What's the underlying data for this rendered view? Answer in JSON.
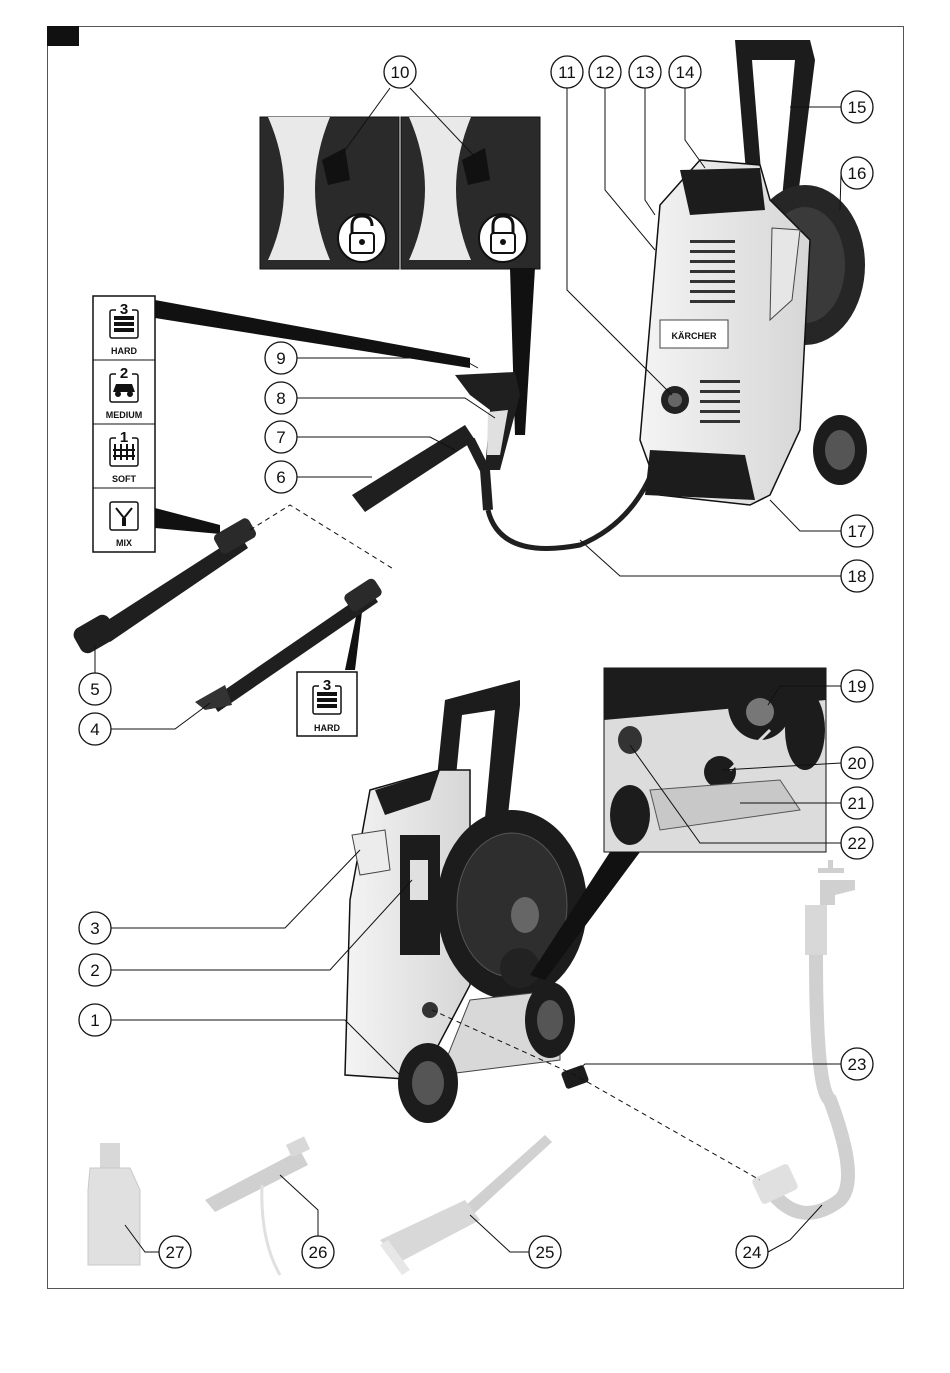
{
  "figure": {
    "colors": {
      "line": "#111111",
      "dark_part": "#1d1d1d",
      "light_part": "#e8e8e8",
      "faded_part": "#cfcfcf"
    }
  },
  "callouts": [
    {
      "num": "1"
    },
    {
      "num": "2"
    },
    {
      "num": "3"
    },
    {
      "num": "4"
    },
    {
      "num": "5"
    },
    {
      "num": "6"
    },
    {
      "num": "7"
    },
    {
      "num": "8"
    },
    {
      "num": "9"
    },
    {
      "num": "10"
    },
    {
      "num": "11"
    },
    {
      "num": "12"
    },
    {
      "num": "13"
    },
    {
      "num": "14"
    },
    {
      "num": "15"
    },
    {
      "num": "16"
    },
    {
      "num": "17"
    },
    {
      "num": "18"
    },
    {
      "num": "19"
    },
    {
      "num": "20"
    },
    {
      "num": "21"
    },
    {
      "num": "22"
    },
    {
      "num": "23"
    },
    {
      "num": "24"
    },
    {
      "num": "25"
    },
    {
      "num": "26"
    },
    {
      "num": "27"
    }
  ],
  "pressure_modes": [
    {
      "level": "3",
      "label": "HARD",
      "icon": "brick-wall-icon"
    },
    {
      "level": "2",
      "label": "MEDIUM",
      "icon": "car-icon"
    },
    {
      "level": "1",
      "label": "SOFT",
      "icon": "fence-icon"
    },
    {
      "level": "",
      "label": "MIX",
      "icon": "detergent-mix-icon"
    }
  ],
  "rotary_nozzle_mode": {
    "level": "3",
    "label": "HARD",
    "icon": "brick-wall-icon"
  },
  "brand_label": "KÄRCHER"
}
